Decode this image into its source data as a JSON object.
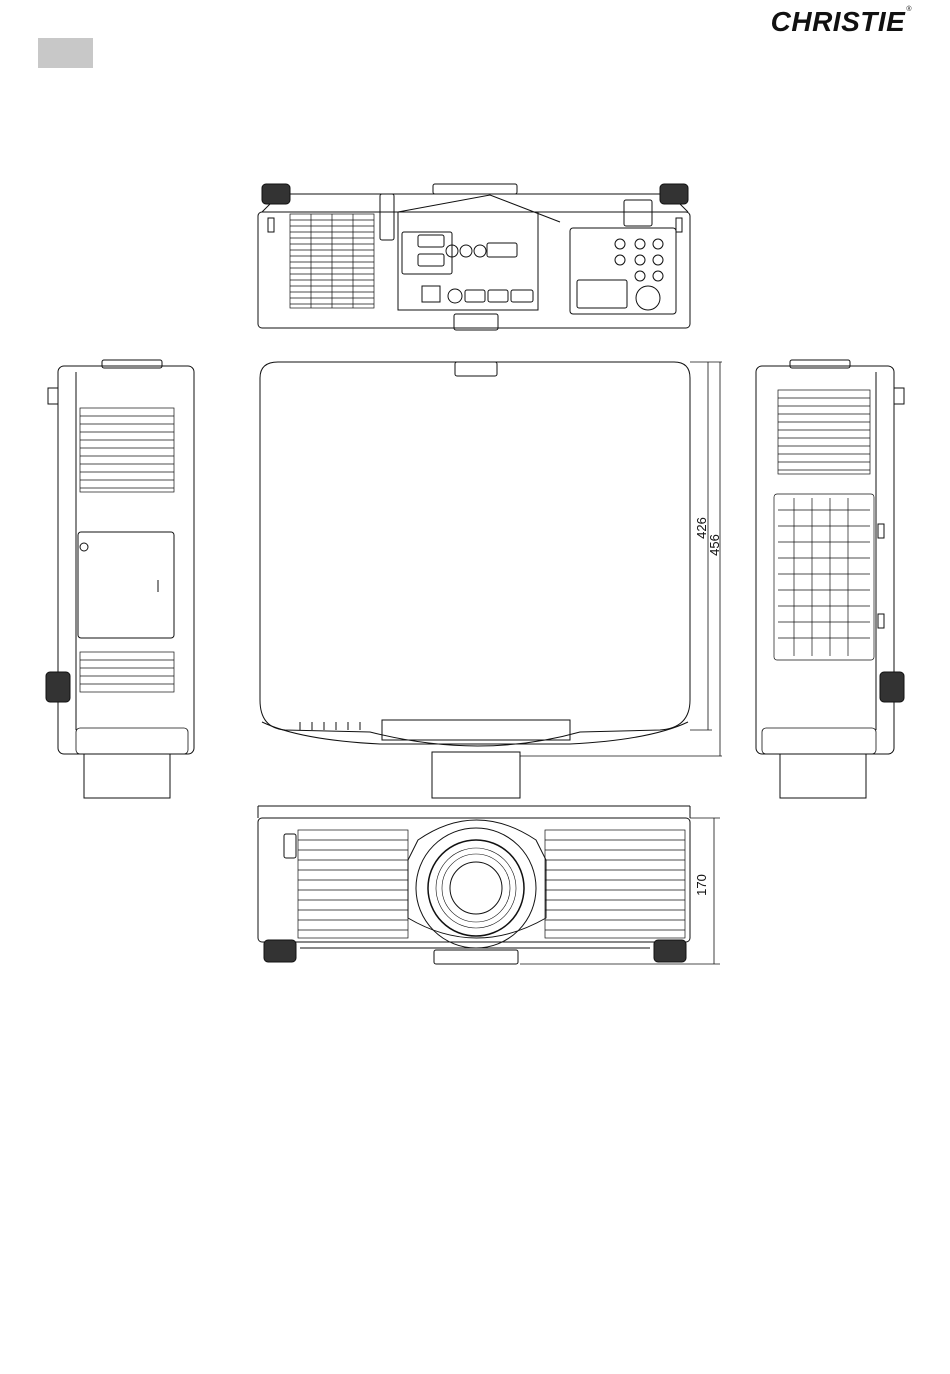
{
  "brand": {
    "logo_text": "CHRISTIE",
    "registered_mark": "®"
  },
  "dimensions": {
    "depth_inner": "426",
    "depth_outer": "456",
    "height": "170"
  },
  "colors": {
    "line": "#111111",
    "tab": "#c8c8c8",
    "background": "#ffffff"
  }
}
